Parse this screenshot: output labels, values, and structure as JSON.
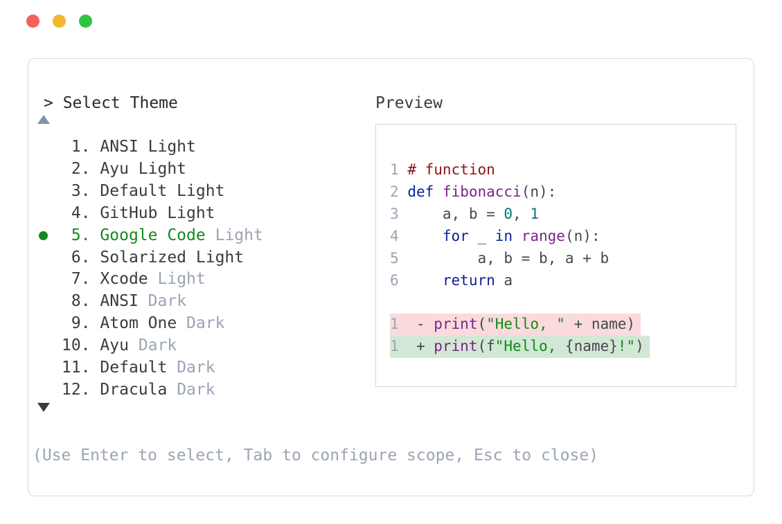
{
  "colors": {
    "traffic_red": "#f4625c",
    "traffic_yellow": "#f4b62f",
    "traffic_green": "#2fc440",
    "panel_border": "#d6d9df",
    "preview_border": "#d2d6dc",
    "text_dark": "#24292f",
    "item_text": "#363c42",
    "muted": "#9aa4b3",
    "up_arrow": "#8593a6",
    "down_arrow": "#363b41",
    "selected_green": "#148a1e",
    "code_plain": "#43484d",
    "code_keyword": "#10209b",
    "code_title": "#7a2585",
    "code_comment": "#891616",
    "code_number": "#0b7373",
    "code_string": "#0d8c15",
    "code_linenum": "#9aa4b3",
    "diff_removed_bg": "#fadadd",
    "diff_added_bg": "#d2e7d5"
  },
  "prompt": {
    "text": "> Select Theme"
  },
  "preview": {
    "label": "Preview"
  },
  "list": {
    "items": [
      {
        "number": " 1.",
        "name": "ANSI Light",
        "suffix": "",
        "selected": false
      },
      {
        "number": " 2.",
        "name": "Ayu Light",
        "suffix": "",
        "selected": false
      },
      {
        "number": " 3.",
        "name": "Default Light",
        "suffix": "",
        "selected": false
      },
      {
        "number": " 4.",
        "name": "GitHub Light",
        "suffix": "",
        "selected": false
      },
      {
        "number": " 5.",
        "name": "Google Code",
        "suffix": "Light",
        "selected": true
      },
      {
        "number": " 6.",
        "name": "Solarized Light",
        "suffix": "",
        "selected": false
      },
      {
        "number": " 7.",
        "name": "Xcode",
        "suffix": "Light",
        "selected": false
      },
      {
        "number": " 8.",
        "name": "ANSI",
        "suffix": "Dark",
        "selected": false
      },
      {
        "number": " 9.",
        "name": "Atom One",
        "suffix": "Dark",
        "selected": false
      },
      {
        "number": "10.",
        "name": "Ayu",
        "suffix": "Dark",
        "selected": false
      },
      {
        "number": "11.",
        "name": "Default",
        "suffix": "Dark",
        "selected": false
      },
      {
        "number": "12.",
        "name": "Dracula",
        "suffix": "Dark",
        "selected": false
      }
    ]
  },
  "hint": "(Use Enter to select, Tab to configure scope, Esc to close)",
  "code": {
    "lines": [
      {
        "num": "1",
        "diff": null,
        "tokens": [
          [
            "# function",
            "comment"
          ]
        ]
      },
      {
        "num": "2",
        "diff": null,
        "tokens": [
          [
            "def",
            "keyword"
          ],
          [
            " ",
            "plain"
          ],
          [
            "fibonacci",
            "title"
          ],
          [
            "(n):",
            "plain"
          ]
        ]
      },
      {
        "num": "3",
        "diff": null,
        "tokens": [
          [
            "    a, b = ",
            "plain"
          ],
          [
            "0",
            "number"
          ],
          [
            ", ",
            "plain"
          ],
          [
            "1",
            "number"
          ]
        ]
      },
      {
        "num": "4",
        "diff": null,
        "tokens": [
          [
            "    ",
            "plain"
          ],
          [
            "for",
            "keyword"
          ],
          [
            " _ ",
            "plain"
          ],
          [
            "in",
            "keyword"
          ],
          [
            " ",
            "plain"
          ],
          [
            "range",
            "title"
          ],
          [
            "(n):",
            "plain"
          ]
        ]
      },
      {
        "num": "5",
        "diff": null,
        "tokens": [
          [
            "        a, b = b, a + b",
            "plain"
          ]
        ]
      },
      {
        "num": "6",
        "diff": null,
        "tokens": [
          [
            "    ",
            "plain"
          ],
          [
            "return",
            "keyword"
          ],
          [
            " a",
            "plain"
          ]
        ]
      },
      {
        "num": "",
        "diff": null,
        "tokens": []
      },
      {
        "num": "1",
        "diff": "removed",
        "tokens": [
          [
            " - ",
            "plain"
          ],
          [
            "print",
            "title"
          ],
          [
            "(",
            "plain"
          ],
          [
            "\"Hello, \"",
            "string"
          ],
          [
            " + name)",
            "plain"
          ]
        ]
      },
      {
        "num": "1",
        "diff": "added",
        "tokens": [
          [
            " + ",
            "plain"
          ],
          [
            "print",
            "title"
          ],
          [
            "(f",
            "plain"
          ],
          [
            "\"Hello, ",
            "string"
          ],
          [
            "{name}",
            "plain"
          ],
          [
            "!\"",
            "string"
          ],
          [
            ")",
            "plain"
          ]
        ]
      }
    ]
  }
}
